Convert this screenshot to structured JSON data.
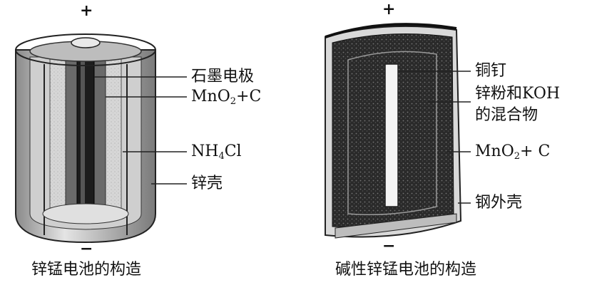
{
  "left": {
    "plus": "+",
    "minus": "−",
    "labels": {
      "graphite_rod": "石墨电极",
      "mno2_c": {
        "pre": "MnO",
        "sub": "2",
        "post": "+C"
      },
      "nh4cl": {
        "pre": "NH",
        "sub": "4",
        "post": "Cl"
      },
      "zinc_shell": "锌壳"
    },
    "caption": "锌锰电池的构造"
  },
  "right": {
    "plus": "+",
    "minus": "−",
    "labels": {
      "brass_nail": "铜钉",
      "zn_koh_line1": "锌粉和KOH",
      "zn_koh_line2": "的混合物",
      "mno2_c": {
        "pre": "MnO",
        "sub": "2",
        "post": "+ C"
      },
      "steel_shell": "钢外壳"
    },
    "caption": "碱性锌锰电池的构造"
  }
}
